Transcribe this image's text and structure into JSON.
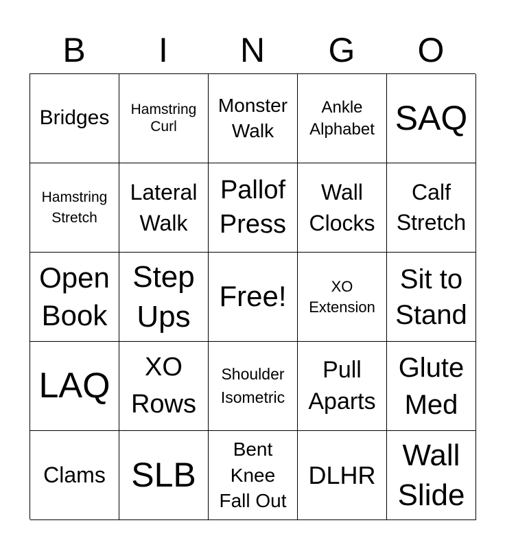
{
  "header": [
    "B",
    "I",
    "N",
    "G",
    "O"
  ],
  "cells": [
    "Bridges",
    "Hamstring\nCurl",
    "Monster\nWalk",
    "Ankle\nAlphabet",
    "SAQ",
    "Hamstring\nStretch",
    "Lateral\nWalk",
    "Pallof\nPress",
    "Wall\nClocks",
    "Calf\nStretch",
    "Open\nBook",
    "Step\nUps",
    "Free!",
    "XO\nExtension",
    "Sit to\nStand",
    "LAQ",
    "XO\nRows",
    "Shoulder\nIsometric",
    "Pull\nAparts",
    "Glute\nMed",
    "Clams",
    "SLB",
    "Bent\nKnee\nFall Out",
    "DLHR",
    "Wall\nSlide"
  ]
}
